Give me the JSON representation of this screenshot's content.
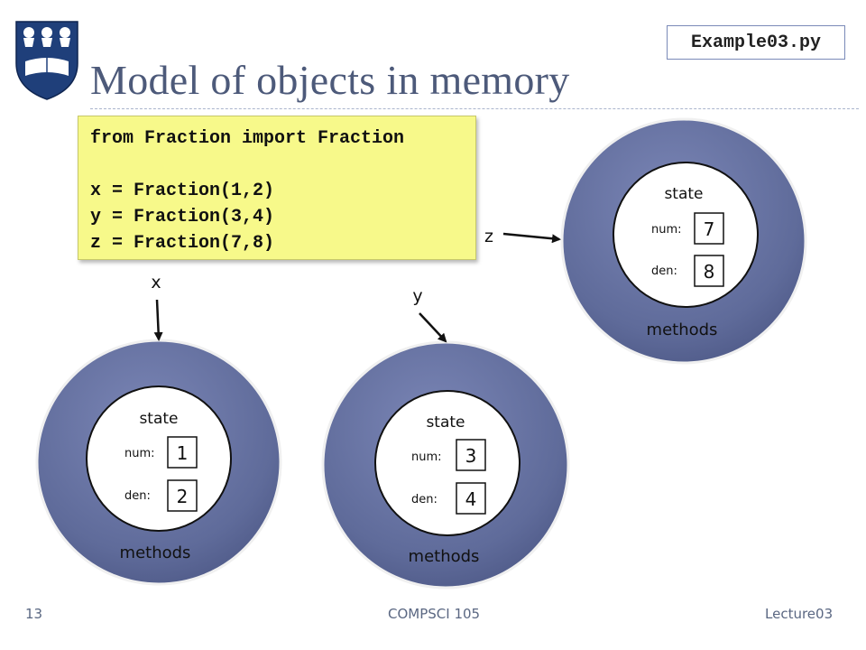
{
  "title": "Model of objects in memory",
  "file_tag": "Example03.py",
  "code_lines": [
    "from Fraction import Fraction",
    "x = Fraction(1,2)",
    "y = Fraction(3,4)",
    "z = Fraction(7,8)"
  ],
  "objects": [
    {
      "var": "x",
      "state_label": "state",
      "num_label": "num:",
      "num": "1",
      "den_label": "den:",
      "den": "2",
      "methods_label": "methods"
    },
    {
      "var": "y",
      "state_label": "state",
      "num_label": "num:",
      "num": "3",
      "den_label": "den:",
      "den": "4",
      "methods_label": "methods"
    },
    {
      "var": "z",
      "state_label": "state",
      "num_label": "num:",
      "num": "7",
      "den_label": "den:",
      "den": "8",
      "methods_label": "methods"
    }
  ],
  "footer": {
    "page": "13",
    "course": "COMPSCI 105",
    "lecture": "Lecture03"
  },
  "colors": {
    "object_outer": "#5f6b9a",
    "title": "#4d5a7a",
    "code_bg": "#f7f98a"
  }
}
